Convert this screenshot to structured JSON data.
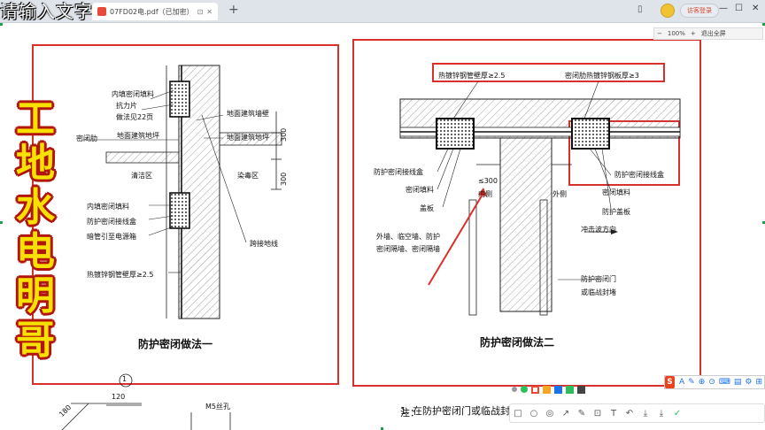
{
  "browser": {
    "overlay_text": "请输入文字",
    "tab_title": "07FD02电.pdf（已加密）",
    "new_tab": "+",
    "login_label": "访客登录",
    "minimize": "—",
    "maximize": "☐",
    "close": "✕"
  },
  "zoom": {
    "zoom_out": "−",
    "zoom_value": "100%",
    "zoom_in": "+",
    "exit_fullscreen": "退出全屏"
  },
  "banner": {
    "chars": [
      "工",
      "地",
      "水",
      "电",
      "明",
      "哥"
    ]
  },
  "left_figure": {
    "labels": {
      "fill_top": "内填密闭填料",
      "anti_force": "抗力片",
      "see_22": "做法见22页",
      "seal_rib": "密闭肋",
      "floor_ground": "地面建筑地坪",
      "ground_wall": "地面建筑墙壁",
      "ground_floor2": "地面建筑地坪",
      "clean_zone": "清洁区",
      "dirty_zone": "染毒区",
      "dim_300a": "300",
      "dim_300b": "300",
      "fill_bottom": "内填密闭填料",
      "seal_box": "防护密闭接线盒",
      "conduit_to_box": "暗管引至电源箱",
      "jumper": "跨接地线",
      "pipe_thickness": "热镀锌钢管壁厚≥2.5"
    },
    "caption": "防护密闭做法一"
  },
  "right_figure": {
    "labels": {
      "pipe_thickness": "热镀锌钢管壁厚≥2.5",
      "plate_thickness": "密闭肋热镀锌钢板厚≥3",
      "box_left": "防护密闭接线盒",
      "fill_left": "密闭填料",
      "cover_left": "盖板",
      "dim_300": "≤300",
      "inner_side": "内侧",
      "outer_side": "外侧",
      "box_right": "防护密闭接线盒",
      "fill_right": "密闭填料",
      "cover_right": "防护盖板",
      "walls": "外墙、临空墙、防护",
      "walls2": "密闭隔墙、密闭隔墙",
      "blast_dir": "冲击波方向",
      "door": "防护密闭门",
      "temp_wall": "或临战封堵"
    },
    "caption": "防护密闭做法二"
  },
  "bottom": {
    "circle_num": "1",
    "dim_180": "180",
    "dim_120": "120",
    "m5": "M5丝孔",
    "notes_title": "注：",
    "notes_line1": "1.  在防护密闭门或临战封"
  },
  "toolbar": {
    "tools": [
      "□",
      "○",
      "◎",
      "↗",
      "✎",
      "⊡",
      "T",
      "↶",
      "⤓",
      "⤓",
      "✓"
    ]
  },
  "ime": {
    "logo": "S",
    "items": [
      "A",
      "✎",
      "⊕",
      "⊙",
      "⌨",
      "▤",
      "⚙",
      "⊞"
    ]
  },
  "colors": {
    "frame_red": "#d9302b",
    "banner_yellow": "#f7e100",
    "banner_outline": "#b0150e",
    "swatches": [
      "#ffffff",
      "#e84a3a",
      "#f5a623",
      "#1a73e8",
      "#2dbf5a",
      "#444444"
    ]
  }
}
